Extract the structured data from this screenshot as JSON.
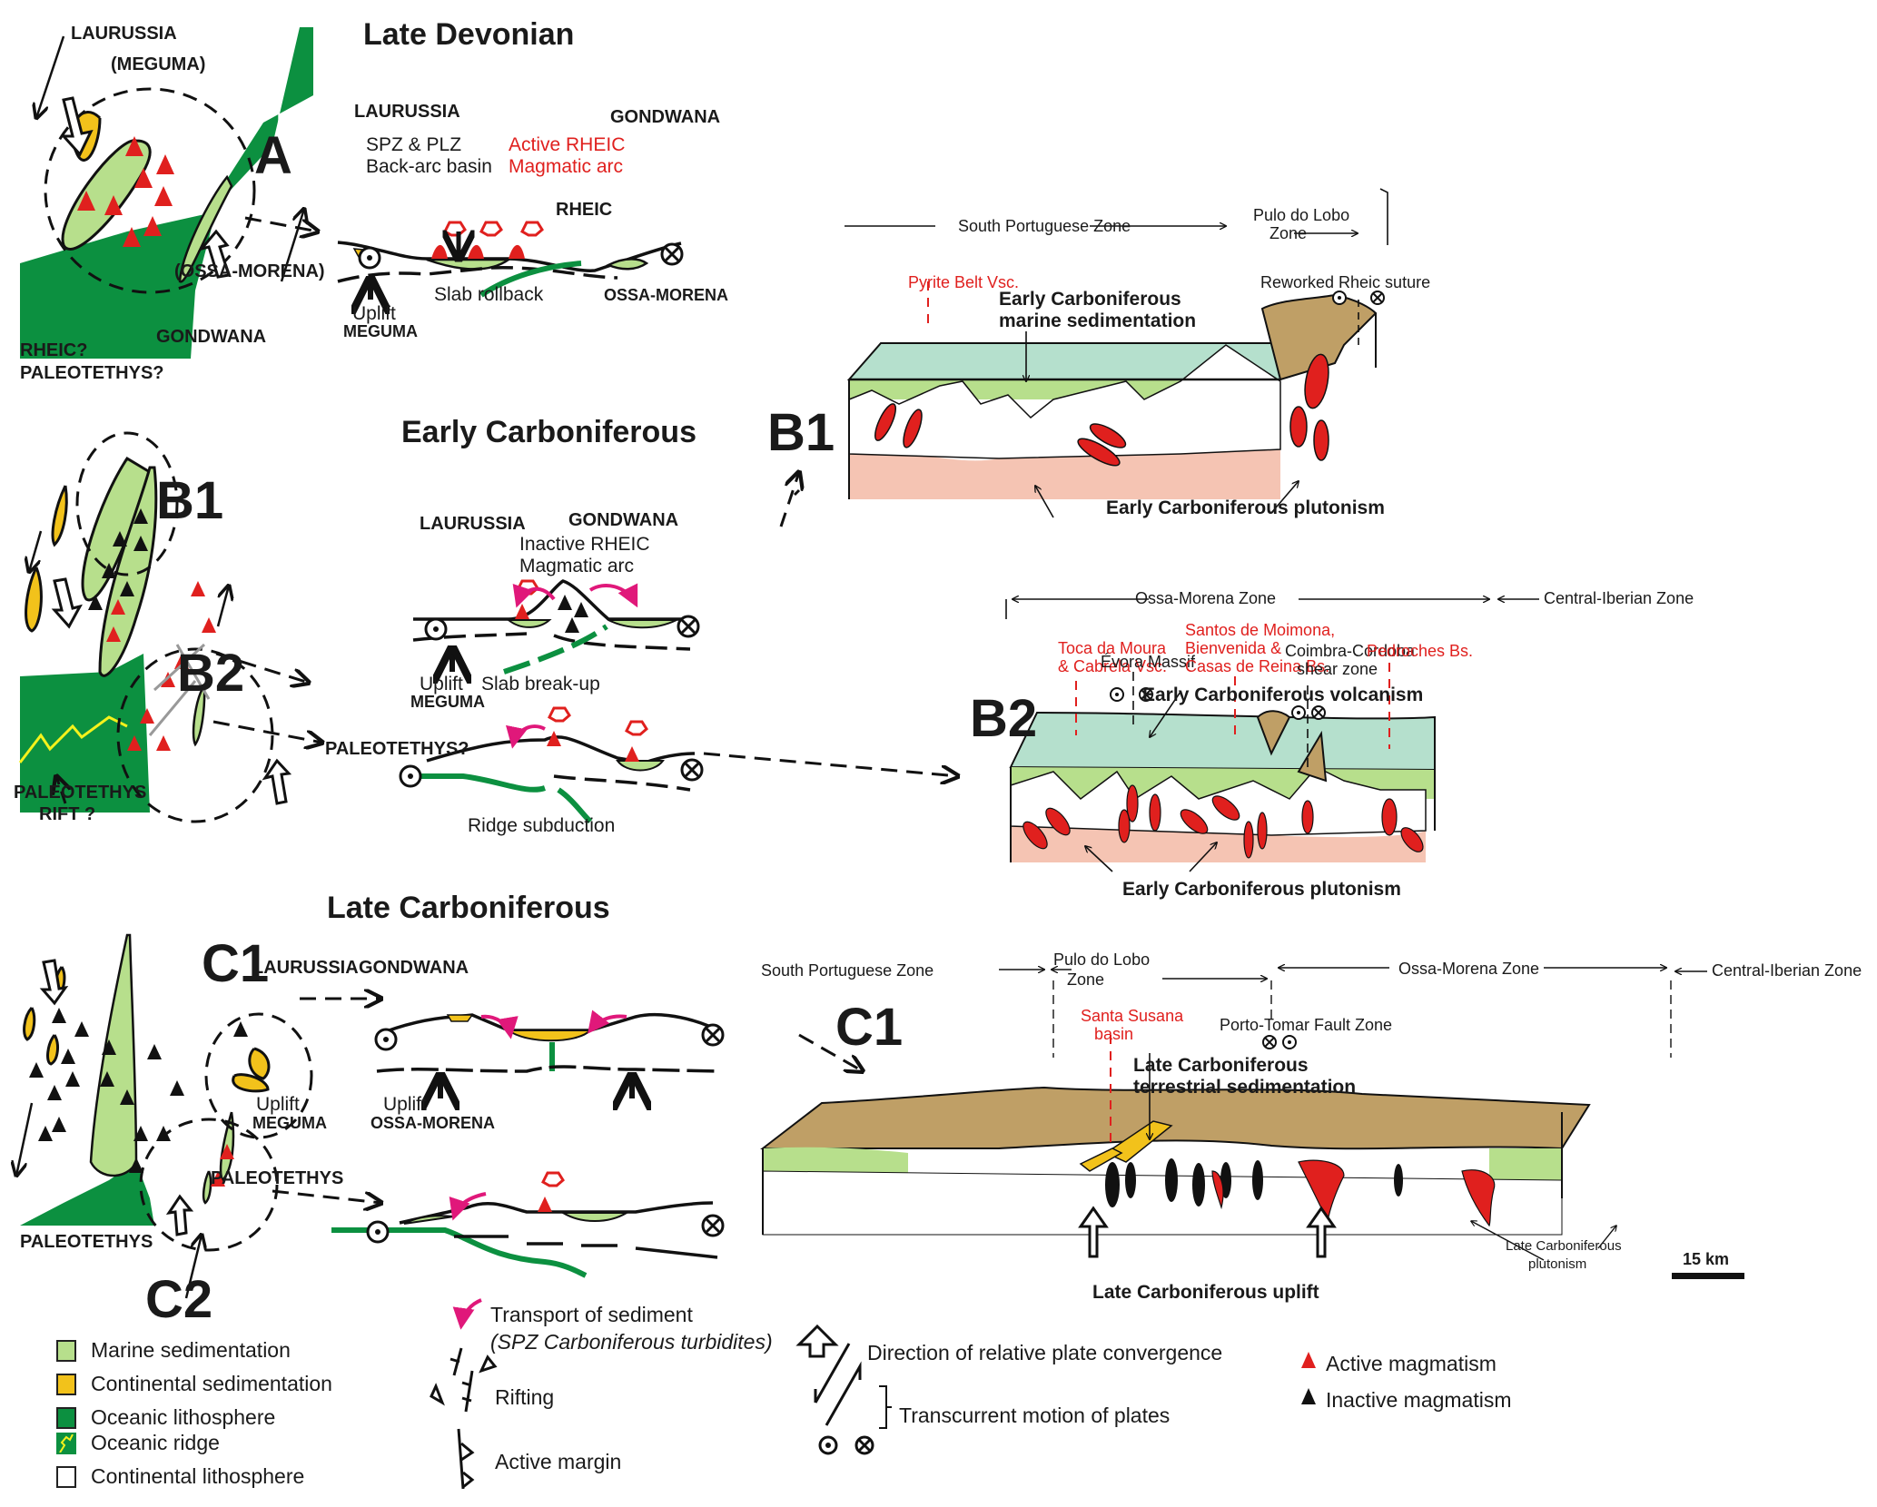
{
  "colors": {
    "marine": "#b7df8c",
    "continental_sed": "#f2c21b",
    "oceanic": "#0c9040",
    "ridge": "#f4f21c",
    "active_magma": "#e0201e",
    "sea": "#b5e0cd",
    "mantle": "#f5c4b3",
    "terrestrial": "#bf9f66",
    "transport": "#e0187a"
  },
  "sections": {
    "late_devonian": {
      "title": "Late Devonian",
      "panel": "A",
      "map": {
        "laurussia": "LAURUSSIA",
        "meguma": "(MEGUMA)",
        "rheic": "RHEIC",
        "ossa_morena": "(OSSA-MORENA)",
        "gondwana": "GONDWANA",
        "rheic_q": "RHEIC?",
        "paleotethys_q": "PALEOTETHYS?"
      },
      "profile": {
        "laurussia": "LAURUSSIA",
        "gondwana": "GONDWANA",
        "spz_plz": "SPZ & PLZ",
        "back_arc": "Back-arc basin",
        "active_rheic": "Active RHEIC",
        "magmatic_arc": "Magmatic arc",
        "rheic": "RHEIC",
        "uplift": "Uplift",
        "meguma": "MEGUMA",
        "slab_rollback": "Slab rollback",
        "ossa_morena": "OSSA-MORENA"
      }
    },
    "early_carboniferous": {
      "title": "Early Carboniferous",
      "panel_b1": "B1",
      "panel_b2": "B2",
      "map": {
        "paleotethys": "PALEOTETHYS",
        "rift": "RIFT ?"
      },
      "profile_b1": {
        "laurussia": "LAURUSSIA",
        "gondwana": "GONDWANA",
        "inactive_rheic": "Inactive RHEIC",
        "magmatic_arc": "Magmatic arc",
        "uplift": "Uplift",
        "meguma": "MEGUMA",
        "slab_breakup": "Slab break-up"
      },
      "profile_b2": {
        "paleotethys": "PALEOTETHYS?",
        "ridge_subduction": "Ridge subduction"
      },
      "block_b1": {
        "panel": "B1",
        "zone_spz": "South Portuguese Zone",
        "zone_plz_1": "Pulo do Lobo",
        "zone_plz_2": "Zone",
        "pyrite": "Pyrite Belt Vsc.",
        "rheic_suture": "Reworked Rheic suture",
        "marine_sed_1": "Early Carboniferous",
        "marine_sed_2": "marine sedimentation",
        "plutonism": "Early Carboniferous plutonism"
      },
      "block_b2": {
        "panel": "B2",
        "zone_omz": "Ossa-Morena Zone",
        "zone_ciz": "Central-Iberian Zone",
        "toca_1": "Toca da Moura",
        "toca_2": "& Cabrela Vsc.",
        "evora": "Évora Massif",
        "santos_1": "Santos de Moimona,",
        "santos_2": "Bienvenida &",
        "santos_3": "Casas de Reina Bs.",
        "coimbra_1": "Coimbra-Cordoba",
        "coimbra_2": "shear zone",
        "pedroches": "Pedroches Bs.",
        "volcanism": "Early Carboniferous volcanism",
        "plutonism": "Early Carboniferous plutonism"
      }
    },
    "late_carboniferous": {
      "title": "Late Carboniferous",
      "panel_c1": "C1",
      "panel_c2": "C2",
      "map": {
        "paleotethys": "PALEOTETHYS"
      },
      "profile_c1": {
        "laurussia": "LAURUSSIA",
        "gondwana": "GONDWANA",
        "uplift_l": "Uplift",
        "meguma": "MEGUMA",
        "uplift_r": "Uplift",
        "ossa_morena": "OSSA-MORENA"
      },
      "profile_c2": {
        "paleotethys": "PALEOTETHYS"
      },
      "block_c1": {
        "panel": "C1",
        "zone_spz": "South Portuguese Zone",
        "zone_plz_1": "Pulo do Lobo",
        "zone_plz_2": "Zone",
        "zone_omz": "Ossa-Morena Zone",
        "zone_ciz": "Central-Iberian Zone",
        "santa_1": "Santa Susana",
        "santa_2": "basin",
        "porto": "Porto-Tomar Fault Zone",
        "terr_1": "Late Carboniferous",
        "terr_2": "terrestrial sedimentation",
        "plut_1": "Late Carboniferous",
        "plut_2": "plutonism",
        "uplift": "Late Carboniferous uplift",
        "scale": "15 km"
      }
    }
  },
  "legend": {
    "marine": "Marine sedimentation",
    "continental_sed": "Continental sedimentation",
    "oceanic": "Oceanic lithosphere",
    "ridge": "Oceanic ridge",
    "continental_lith": "Continental lithosphere",
    "transport_1": "Transport of sediment",
    "transport_2": "(SPZ Carboniferous turbidites)",
    "rifting": "Rifting",
    "active_margin": "Active margin",
    "convergence": "Direction of relative plate convergence",
    "transcurrent": "Transcurrent motion of plates",
    "active_magma": "Active magmatism",
    "inactive_magma": "Inactive magmatism"
  }
}
